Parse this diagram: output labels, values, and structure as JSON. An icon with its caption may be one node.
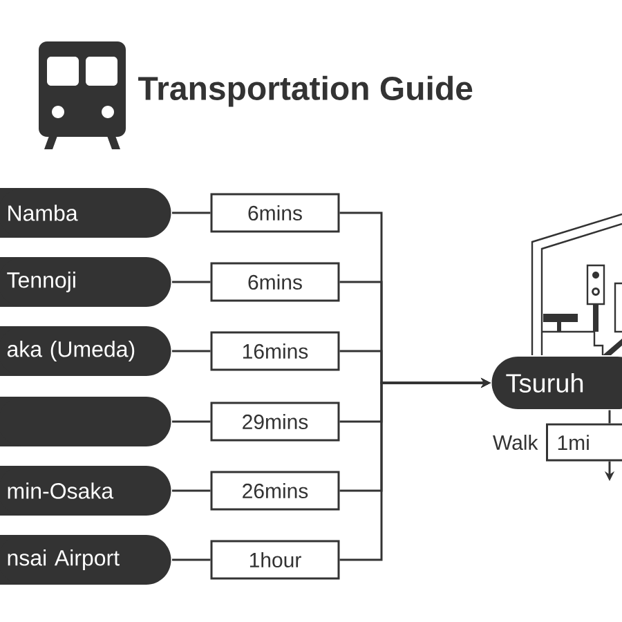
{
  "diagram": {
    "title": "Transportation Guide",
    "nodes": [
      {
        "text": [
          "Namba"
        ]
      },
      {
        "text": [
          "Tennoji"
        ]
      },
      {
        "text": [
          "aka (Umeda)"
        ]
      },
      {
        "text": [],
        "shape": "box"
      },
      {
        "text": [
          "min-Osaka"
        ]
      },
      {
        "text": [
          "nsai Airport"
        ]
      },
      {
        "text": [
          "6mins"
        ]
      },
      {
        "text": [
          "6mins"
        ]
      },
      {
        "text": [
          "16mins"
        ]
      },
      {
        "text": [
          "29mins"
        ]
      },
      {
        "text": [
          "26mins"
        ]
      },
      {
        "text": [
          "1hour"
        ]
      },
      {
        "text": [
          "Tsuruh"
        ]
      },
      {
        "text": [
          "1mi"
        ],
        "beside": [
          "Walk"
        ]
      }
    ],
    "edges": [
      {
        "from": 0,
        "to": 6,
        "arrow": "none"
      },
      {
        "from": 1,
        "to": 7,
        "arrow": "none"
      },
      {
        "from": 2,
        "to": 8,
        "arrow": "none"
      },
      {
        "from": 3,
        "to": 9,
        "arrow": "none"
      },
      {
        "from": 4,
        "to": 10,
        "arrow": "none"
      },
      {
        "from": 5,
        "to": 11,
        "arrow": "none"
      },
      {
        "from": 6,
        "to": 12,
        "arrow": "to"
      },
      {
        "from": 7,
        "to": 12,
        "arrow": "to"
      },
      {
        "from": 8,
        "to": 12,
        "arrow": "to"
      },
      {
        "from": 9,
        "to": 12,
        "arrow": "to"
      },
      {
        "from": 10,
        "to": 12,
        "arrow": "to"
      },
      {
        "from": 11,
        "to": 12,
        "arrow": "to"
      },
      {
        "from": 12,
        "to": 13,
        "arrow": "none"
      },
      {
        "from": 13,
        "to": null,
        "arrow": "to"
      }
    ]
  }
}
